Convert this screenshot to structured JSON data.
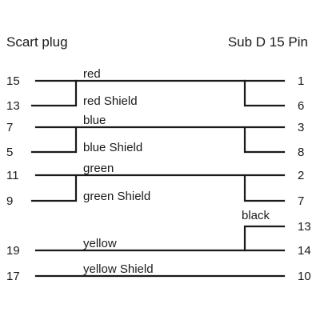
{
  "headers": {
    "left": "Scart plug",
    "right": "Sub D 15 Pin"
  },
  "wires": [
    {
      "id": "red",
      "label": "red",
      "left_pin": "15",
      "right_pin": "1"
    },
    {
      "id": "red-shield",
      "label": "red Shield",
      "left_pin": "13",
      "right_pin": "6"
    },
    {
      "id": "blue",
      "label": "blue",
      "left_pin": "7",
      "right_pin": "3"
    },
    {
      "id": "blue-shield",
      "label": "blue Shield",
      "left_pin": "5",
      "right_pin": "8"
    },
    {
      "id": "green",
      "label": "green",
      "left_pin": "11",
      "right_pin": "2"
    },
    {
      "id": "green-shield",
      "label": "green Shield",
      "left_pin": "9",
      "right_pin": "7"
    },
    {
      "id": "black",
      "label": "black",
      "left_pin": "",
      "right_pin": "13"
    },
    {
      "id": "yellow",
      "label": "yellow",
      "left_pin": "19",
      "right_pin": "14"
    },
    {
      "id": "yellow-shield",
      "label": "yellow Shield",
      "left_pin": "17",
      "right_pin": "10"
    }
  ],
  "colors": {
    "line": "#1a1a1a",
    "background": "#ffffff"
  }
}
